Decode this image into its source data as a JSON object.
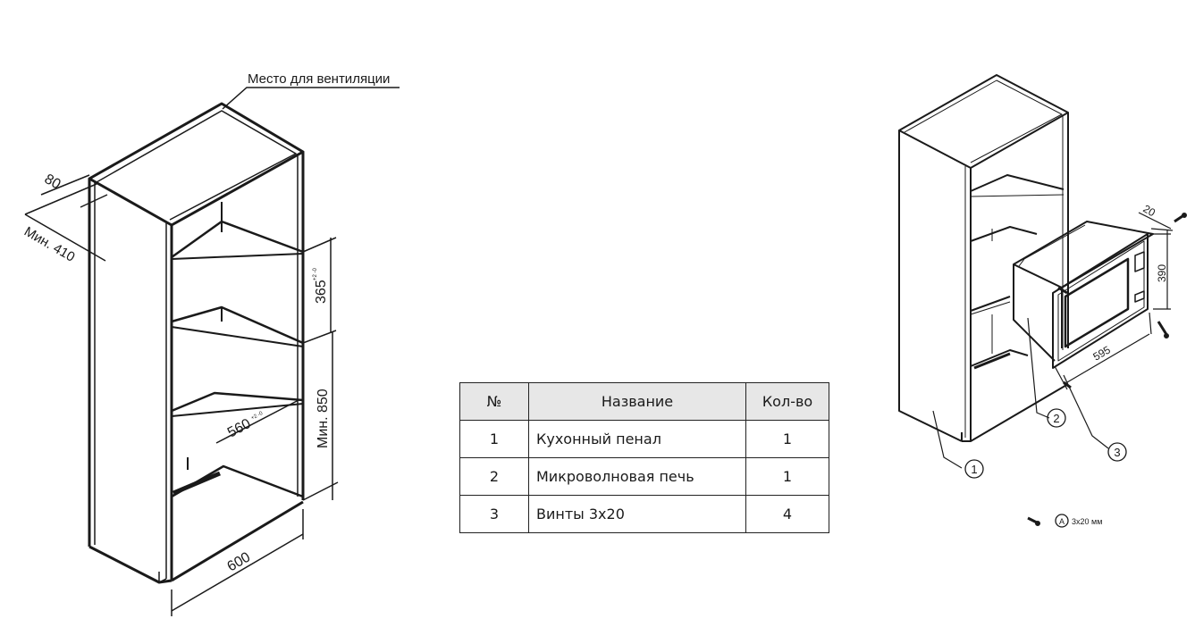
{
  "left_drawing": {
    "ventilation_label": "Место для вентиляции",
    "dim_depth_top": "80",
    "dim_depth_min": "Мин. 410",
    "dim_upper_height": "365",
    "dim_upper_tol": "+2\n-0",
    "dim_niche_height": "560",
    "dim_niche_tol": "+2\n-0",
    "dim_min_height": "Мин. 850",
    "dim_width": "600"
  },
  "right_drawing": {
    "dim_front_depth": "20",
    "dim_height": "390",
    "dim_width": "595",
    "callout_1": "1",
    "callout_2": "2",
    "callout_3": "3",
    "screw_marker": "A",
    "screw_label": "3x20 мм"
  },
  "parts_table": {
    "headers": {
      "num": "№",
      "name": "Название",
      "qty": "Кол-во"
    },
    "rows": [
      {
        "num": "1",
        "name": "Кухонный пенал",
        "qty": "1"
      },
      {
        "num": "2",
        "name": "Микроволновая печь",
        "qty": "1"
      },
      {
        "num": "3",
        "name": "Винты 3x20",
        "qty": "4"
      }
    ]
  }
}
